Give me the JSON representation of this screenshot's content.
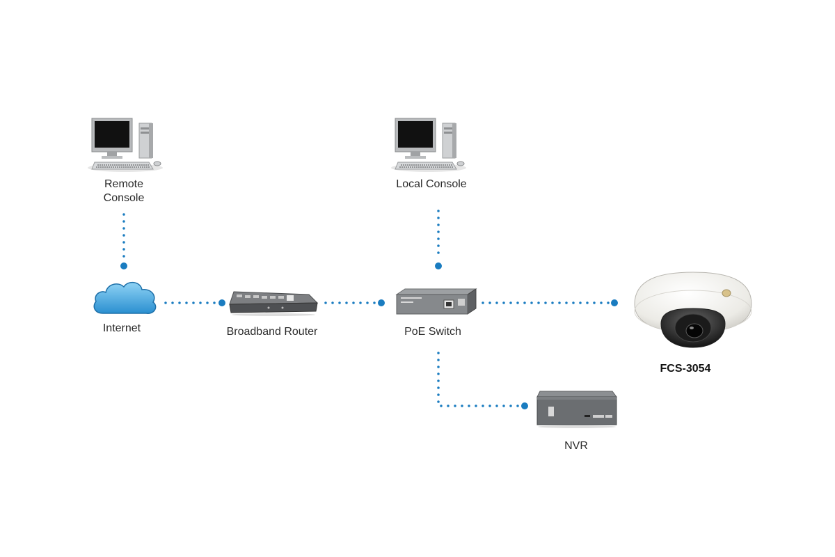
{
  "diagram": {
    "link_color": "#1a7cc0",
    "nodes": {
      "remote_console": {
        "label_line1": "Remote",
        "label_line2": "Console",
        "icon": "desktop-computer-icon"
      },
      "local_console": {
        "label": "Local Console",
        "icon": "desktop-computer-icon"
      },
      "internet": {
        "label": "Internet",
        "icon": "cloud-icon"
      },
      "router": {
        "label": "Broadband Router",
        "icon": "router-icon"
      },
      "poe_switch": {
        "label": "PoE Switch",
        "icon": "switch-icon"
      },
      "camera": {
        "label": "FCS-3054",
        "icon": "dome-camera-icon"
      },
      "nvr": {
        "label": "NVR",
        "icon": "nvr-icon"
      }
    }
  }
}
